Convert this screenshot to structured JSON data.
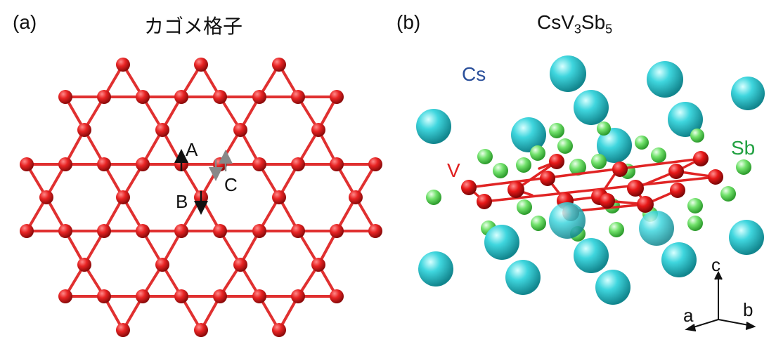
{
  "panel_a": {
    "letter": "(a)",
    "title": "カゴメ格子",
    "sites": [
      "A",
      "B",
      "C"
    ],
    "atom_color": "#e02020",
    "bond_color": "#e03030"
  },
  "panel_b": {
    "letter": "(b)",
    "title_main": "CsV",
    "title_sub1": "3",
    "title_mid": "Sb",
    "title_sub2": "5",
    "labels": {
      "cs": "Cs",
      "v": "V",
      "sb": "Sb"
    },
    "label_colors": {
      "cs": "#2a4f9a",
      "v": "#e02020",
      "sb": "#20a040"
    },
    "atom_colors": {
      "cs": "#38d4dc",
      "v": "#e01818",
      "sb": "#6ee06a"
    },
    "axes": {
      "a": "a",
      "b": "b",
      "c": "c"
    }
  }
}
